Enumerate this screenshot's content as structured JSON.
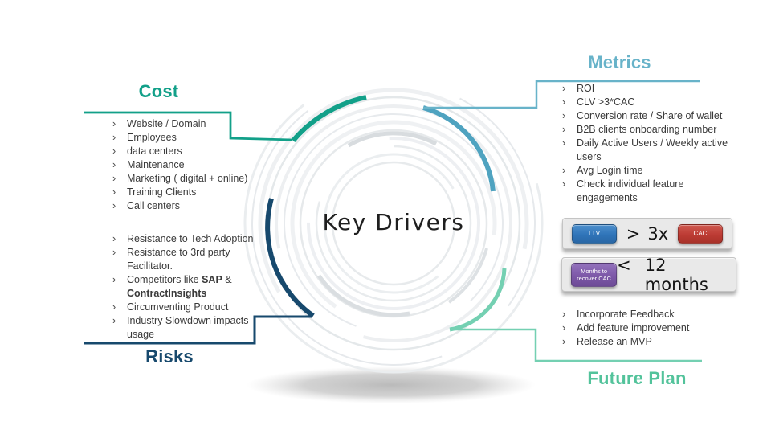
{
  "title": "Key Drivers",
  "bullet_char": "›",
  "sections": {
    "cost": {
      "label": "Cost",
      "items": [
        "Website / Domain",
        "Employees",
        "data centers",
        "Maintenance",
        "Marketing ( digital + online)",
        "Training Clients",
        "Call centers"
      ]
    },
    "risks": {
      "label": "Risks",
      "items": [
        "Resistance to Tech Adoption",
        "Resistance to 3rd party Facilitator.",
        "Competitors like **SAP** & **ContractInsights**",
        "Circumventing Product",
        "Industry Slowdown impacts usage"
      ]
    },
    "metrics": {
      "label": "Metrics",
      "items": [
        "ROI",
        "CLV >3*CAC",
        "Conversion rate / Share of wallet",
        "B2B clients onboarding number",
        "Daily Active Users / Weekly active users",
        "Avg Login time",
        "Check individual feature engagements"
      ]
    },
    "future_plan": {
      "label": "Future Plan",
      "items": [
        "Incorporate Feedback",
        "Add feature improvement",
        "Release an MVP"
      ]
    }
  },
  "badges": {
    "ltv_cac": {
      "left_label": "LTV",
      "operator": ">",
      "value": "3x",
      "right_label": "CAC"
    },
    "payback": {
      "left_label": "Months to recover CAC",
      "operator": "<",
      "value": "12 months"
    }
  },
  "colors": {
    "cost": "#12a089",
    "metrics": "#68b3c9",
    "metrics-arc": "#4fa3c0",
    "risks": "#17496d",
    "future": "#53c39b",
    "future-arc": "#74d0b2",
    "badge-blue": "#2f74b9",
    "badge-red": "#bd3b34",
    "badge-purple": "#7d58a8",
    "title-text": "#1f1f1f",
    "body-text": "#3a3a3a"
  }
}
